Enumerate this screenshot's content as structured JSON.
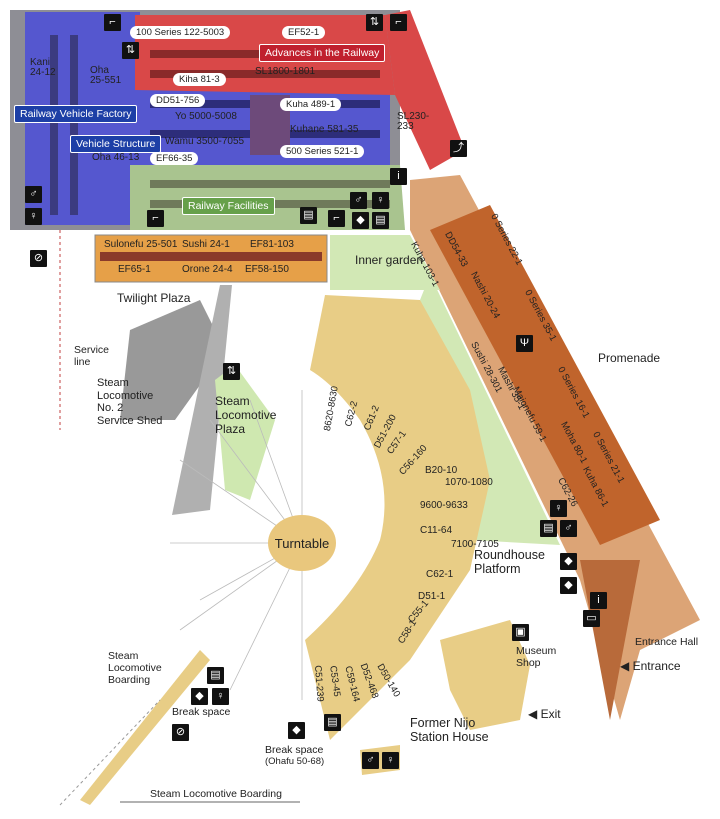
{
  "colors": {
    "factory": "#5b5bd0",
    "advances": "#d84a4a",
    "facilities": "#9fbf86",
    "promenade": "#d99a66",
    "roundhouse": "#e9cf88",
    "garden": "#cfe8b0",
    "twilight": "#e39a4a",
    "track": "#9a4a2a"
  },
  "title_labels": {
    "railway_vehicle_factory": "Railway Vehicle Factory",
    "vehicle_structure": "Vehicle Structure",
    "advances_in_the_railway": "Advances in the Railway",
    "railway_facilities": "Railway Facilities"
  },
  "areas": {
    "twilight_plaza": "Twilight Plaza",
    "inner_garden": "Inner garden",
    "promenade": "Promenade",
    "service_line": "Service\nline",
    "steam_loco_shed": "Steam\nLocomotive\nNo. 2\nService Shed",
    "steam_loco_plaza": "Steam\nLocomotive\nPlaza",
    "turntable": "Turntable",
    "roundhouse_platform": "Roundhouse\nPlatform",
    "entrance_hall": "Entrance Hall",
    "entrance": "◀ Entrance",
    "museum_shop": "Museum\nShop",
    "exit": "◀ Exit",
    "former_nijo": "Former Nijo\nStation House",
    "steam_loco_boarding_top": "Steam\nLocomotive\nBoarding",
    "break_space_1": "Break space",
    "break_space_2": "Break space",
    "ohafu": "(Ohafu 50-68)",
    "steam_loco_boarding_bottom": "Steam Locomotive Boarding"
  },
  "upper_exhibits": {
    "series100": "100 Series 122-5003",
    "ef52": "EF52-1",
    "kani": "Kani\n24-12",
    "oha25": "Oha\n25-551",
    "kiha81": "Kiha 81-3",
    "sl1800": "SL1800-1801",
    "dd51_756": "DD51-756",
    "kuha489": "Kuha 489-1",
    "yo5000": "Yo 5000-5008",
    "kuhane": "Kuhane 581-35",
    "wamu": "Wamu 3500-7055",
    "series500": "500 Series 521-1",
    "oha46": "Oha 46-13",
    "ef66": "EF66-35",
    "sl230": "SL230-\n233"
  },
  "twilight_cars": [
    "Sulonefu 25-501",
    "Sushi 24-1",
    "EF81-103",
    "EF65-1",
    "Orone 24-4",
    "EF58-150"
  ],
  "promenade_cars": [
    "Kuha 103-1",
    "DD54-33",
    "Nashi 20-24",
    "0 Series 22-1",
    "0 Series 35-1",
    "Sushi 28-301",
    "0 Series 16-1",
    "Mashi 35-1",
    "Maionefu 59-1",
    "Moha 80-1",
    "0 Series 21-1",
    "Kuha 86-1",
    "C62-26"
  ],
  "roundhouse_locos": [
    "8620-8630",
    "C62-2",
    "C61-2",
    "D51-200",
    "C57-1",
    "C56-160",
    "B20-10",
    "1070-1080",
    "9600-9633",
    "C11-64",
    "7100-7105",
    "C62-1",
    "D51-1",
    "C55-1",
    "C58-1",
    "D50-140",
    "D52-468",
    "C59-164",
    "C53-45",
    "C51-239"
  ],
  "icons": [
    "stairs-icon",
    "elevator-icon",
    "restroom-icon",
    "nursing-icon",
    "no-smoking-icon",
    "info-icon",
    "shop-icon",
    "vending-icon",
    "rest-icon",
    "escalator-icon",
    "dining-icon",
    "ticket-icon"
  ]
}
